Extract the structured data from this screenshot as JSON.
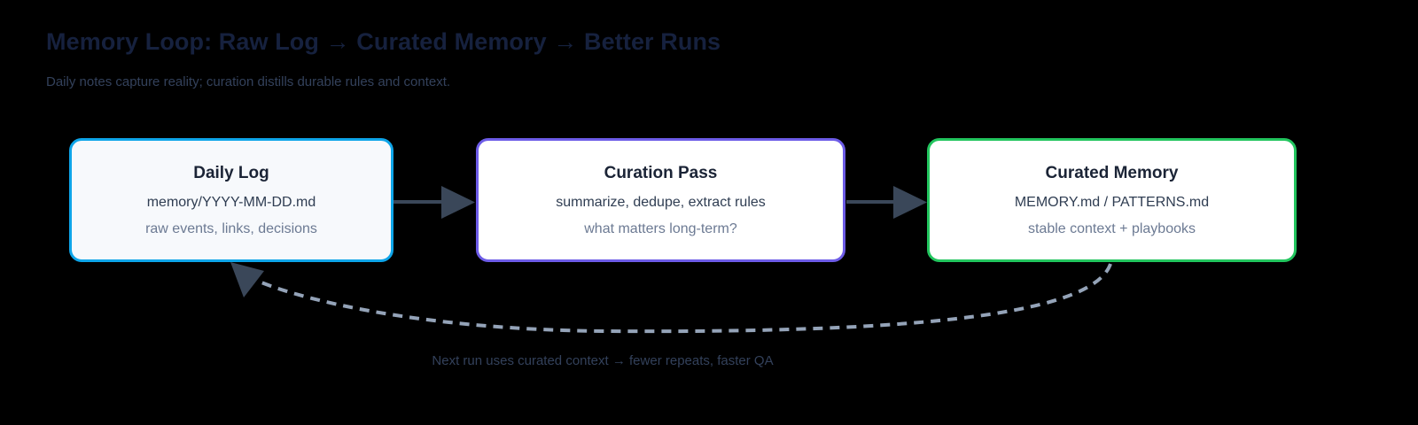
{
  "header": {
    "title": "Memory Loop: Raw Log → Curated Memory → Better Runs",
    "subtitle": "Daily notes capture reality; curation distills durable rules and context."
  },
  "flow": {
    "cards": [
      {
        "id": "daily-log",
        "title": "Daily Log",
        "line2": "memory/YYYY-MM-DD.md",
        "line3": "raw events, links, decisions",
        "border_color": "#0ea5e9",
        "fill_color": "#f7f9fc"
      },
      {
        "id": "curation-pass",
        "title": "Curation Pass",
        "line2": "summarize, dedupe, extract rules",
        "line3": "what matters long-term?",
        "border_color": "#6d5ce7",
        "fill_color": "#ffffff"
      },
      {
        "id": "curated-memory",
        "title": "Curated Memory",
        "line2": "MEMORY.md / PATTERNS.md",
        "line3": "stable context + playbooks",
        "border_color": "#22c55e",
        "fill_color": "#ffffff"
      }
    ],
    "connector_color": "#3a4759",
    "feedback_color": "#94a3b8",
    "caption": "Next run uses curated context → fewer repeats, faster QA"
  },
  "background_color": "#000000"
}
